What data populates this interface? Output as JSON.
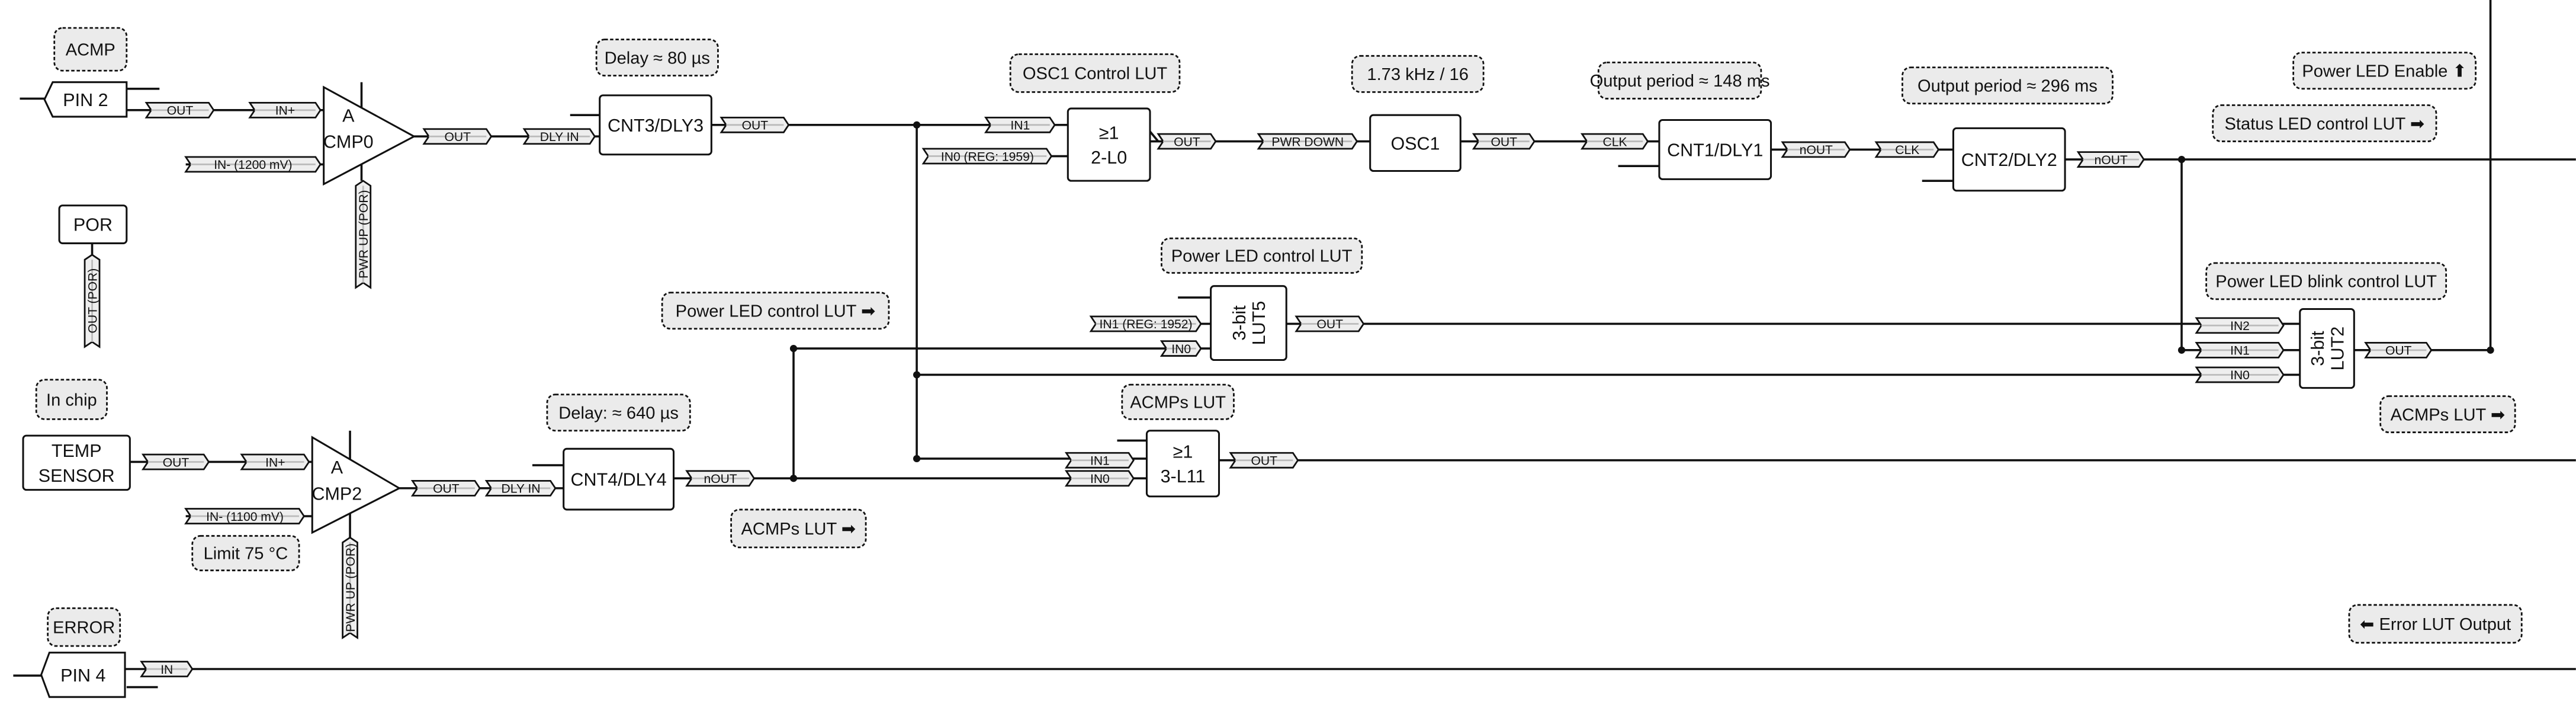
{
  "notes": {
    "acmp": "ACMP",
    "delay_cnt3": "Delay ≈ 80 µs",
    "osc1_ctrl_lut": "OSC1 Control LUT",
    "osc1_freq": "1.73 kHz / 16",
    "period1": "Output period ≈ 148 ms",
    "period2": "Output period ≈ 296 ms",
    "power_led_enable": "Power LED Enable ⬆",
    "status_led_lut": "Status LED control LUT ➡",
    "power_led_lut": "Power LED control LUT",
    "power_led_blink_lut": "Power LED blink control LUT",
    "power_led_lut_arrow": "Power LED control LUT ➡",
    "acmps_lut": "ACMPs LUT",
    "acmps_lut_right": "ACMPs LUT ➡",
    "acmps_lut_left": "ACMPs LUT ➡",
    "in_chip": "In chip",
    "delay_cnt4": "Delay: ≈ 640 µs",
    "limit": "Limit 75 °C",
    "error": "ERROR",
    "error_lut_output": "⬅ Error LUT Output"
  },
  "blocks": {
    "pin2": [
      "PIN 2"
    ],
    "por": [
      "POR"
    ],
    "cmp0": [
      "A",
      "CMP0"
    ],
    "cnt3": [
      "CNT3/DLY3"
    ],
    "l0": [
      "≥1",
      "2-L0"
    ],
    "osc1": [
      "OSC1"
    ],
    "cnt1": [
      "CNT1/DLY1"
    ],
    "cnt2": [
      "CNT2/DLY2"
    ],
    "lut5": [
      "3-bit",
      "LUT5"
    ],
    "lut2": [
      "3-bit",
      "LUT2"
    ],
    "l11": [
      "≥1",
      "3-L11"
    ],
    "temp": [
      "TEMP",
      "SENSOR"
    ],
    "cmp2": [
      "A",
      "CMP2"
    ],
    "cnt4": [
      "CNT4/DLY4"
    ],
    "pin4": [
      "PIN 4"
    ]
  },
  "pins": {
    "pin2_out": "OUT",
    "cmp0_inp": "IN+",
    "cmp0_inm": "IN- (1200 mV)",
    "cmp0_pwr": "PWR UP (POR)",
    "cmp0_out": "OUT",
    "cnt3_in": "DLY IN",
    "cnt3_out": "OUT",
    "por_out": "OUT (POR)",
    "l0_in1": "IN1",
    "l0_in0": "IN0 (REG: 1959)",
    "l0_out": "OUT",
    "osc1_pd": "PWR DOWN",
    "osc1_out": "OUT",
    "cnt1_clk": "CLK",
    "cnt1_out": "nOUT",
    "cnt2_clk": "CLK",
    "cnt2_out": "nOUT",
    "lut5_in1": "IN1 (REG: 1952)",
    "lut5_in0": "IN0",
    "lut5_out": "OUT",
    "lut2_in2": "IN2",
    "lut2_in1": "IN1",
    "lut2_in0": "IN0",
    "lut2_out": "OUT",
    "l11_in1": "IN1",
    "l11_in0": "IN0",
    "l11_out": "OUT",
    "temp_out": "OUT",
    "cmp2_inp": "IN+",
    "cmp2_inm": "IN- (1100 mV)",
    "cmp2_pwr": "PWR UP (POR)",
    "cmp2_out": "OUT",
    "cnt4_in": "DLY IN",
    "cnt4_out": "nOUT",
    "pin4_in": "IN"
  }
}
